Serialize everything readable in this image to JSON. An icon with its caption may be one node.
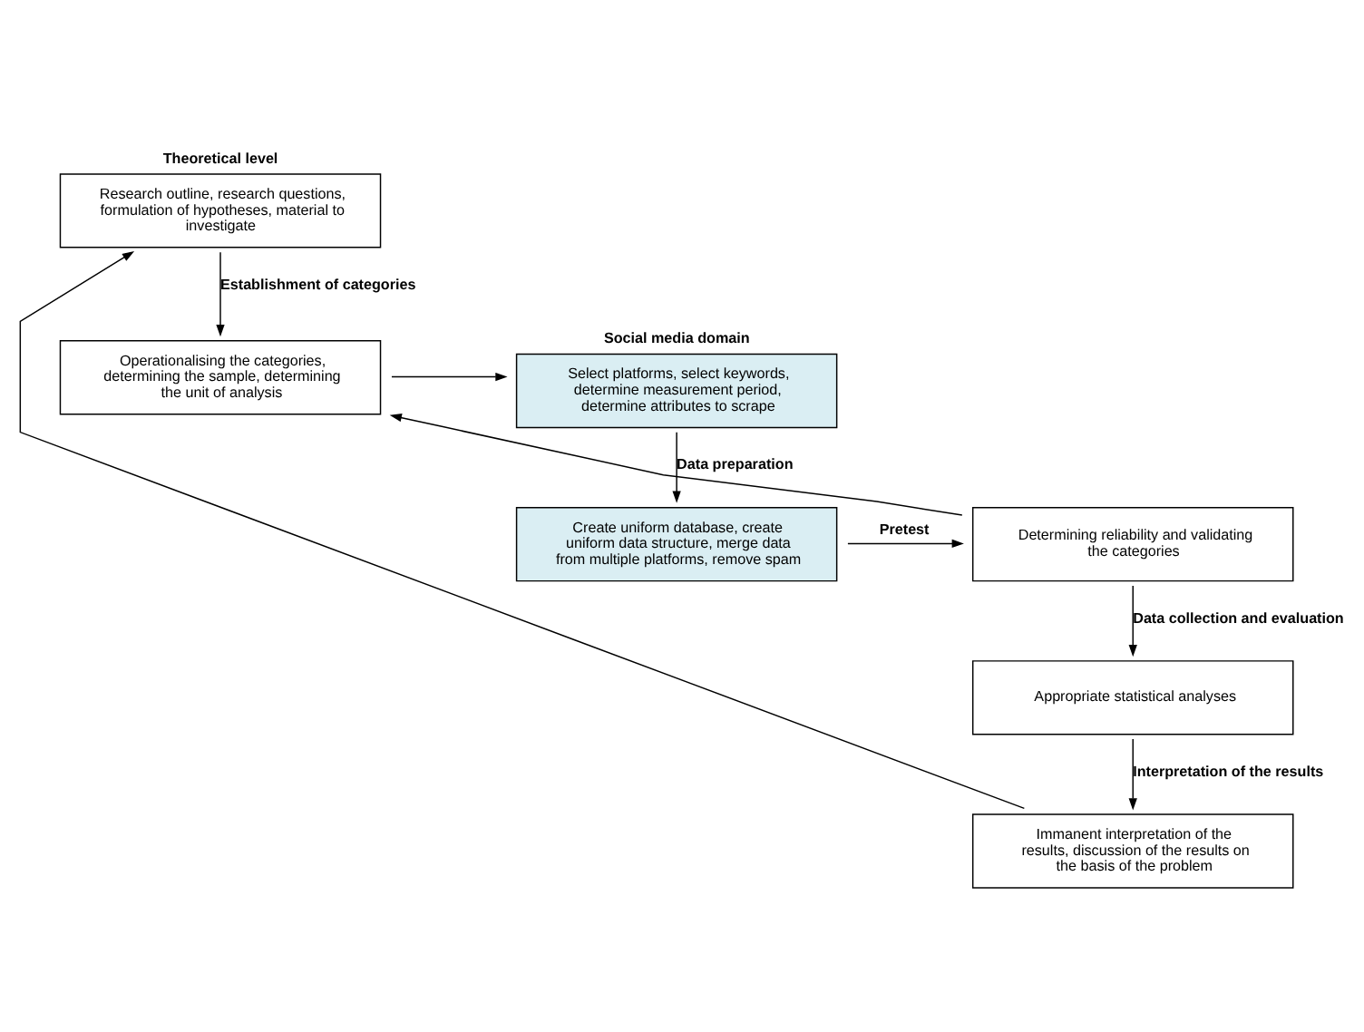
{
  "diagram": {
    "nodes": [
      {
        "text": [
          "Theoretical level",
          "Research outline, research questions, formulation of hypotheses, material to investigate"
        ]
      },
      {
        "text": [
          "Operationalising the categories, determining the sample, determining the unit of analysis"
        ]
      },
      {
        "text": [
          "Social media domain",
          "Select platforms, select keywords, determine measurement period, determine attributes to scrape"
        ]
      },
      {
        "text": [
          "Create uniform database, create uniform data structure, merge data from multiple platforms, remove spam"
        ]
      },
      {
        "text": [
          "Determining reliability and validating the categories"
        ]
      },
      {
        "text": [
          "Appropriate statistical analyses"
        ]
      },
      {
        "text": [
          "Immanent interpretation of the results, discussion of the results on the basis of the problem"
        ]
      }
    ],
    "edges": [
      {
        "from": 0,
        "to": 1,
        "arrow": "to",
        "label": "Establishment of categories"
      },
      {
        "from": 1,
        "to": 2,
        "arrow": "to"
      },
      {
        "from": 2,
        "to": 3,
        "arrow": "to",
        "label": "Data preparation"
      },
      {
        "from": 3,
        "to": 4,
        "arrow": "to",
        "label": "Pretest"
      },
      {
        "from": 4,
        "to": 1,
        "arrow": "to"
      },
      {
        "from": 4,
        "to": 5,
        "arrow": "to",
        "label": "Data collection and evaluation"
      },
      {
        "from": 5,
        "to": 6,
        "arrow": "to",
        "label": "Interpretation of the results"
      },
      {
        "from": 6,
        "to": 0,
        "arrow": "to"
      }
    ]
  }
}
